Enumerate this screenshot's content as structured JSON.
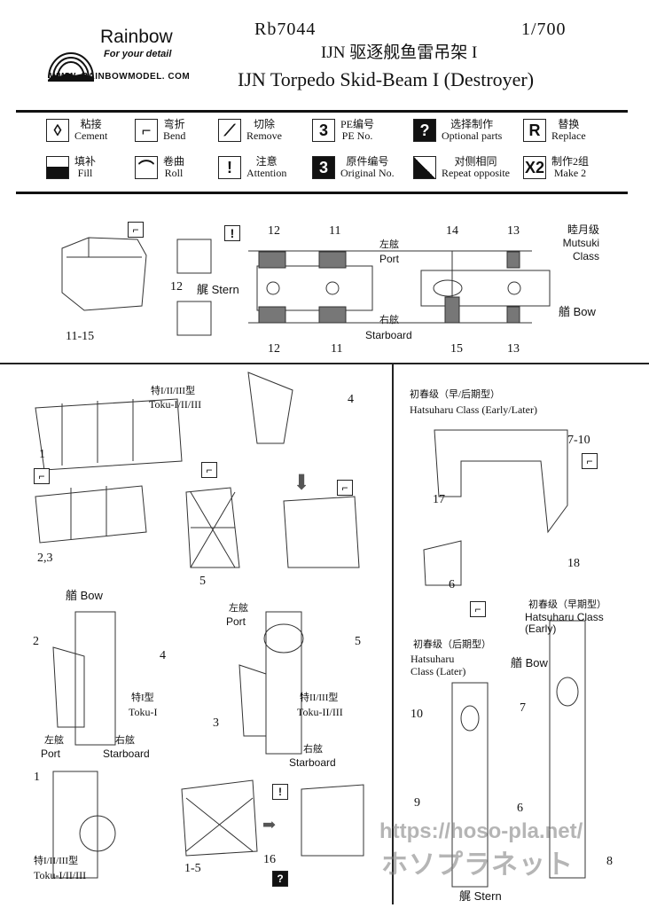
{
  "header": {
    "brand": "Rainbow",
    "tagline": "For your detail",
    "website": "WWW. RAINBOWMODEL. COM",
    "code": "Rb7044",
    "scale": "1/700",
    "title_cn": "IJN 驱逐舰鱼雷吊架 I",
    "title_en": "IJN Torpedo Skid-Beam I (Destroyer)"
  },
  "legend": [
    {
      "cn": "粘接",
      "en": "Cement",
      "icon": "cement-drop-icon"
    },
    {
      "cn": "弯折",
      "en": "Bend",
      "icon": "bend-icon"
    },
    {
      "cn": "切除",
      "en": "Remove",
      "icon": "remove-knife-icon"
    },
    {
      "cn": "PE编号",
      "en": "PE No.",
      "icon": "pe-number-icon",
      "glyph": "3"
    },
    {
      "cn": "选择制作",
      "en": "Optional parts",
      "icon": "optional-question-icon",
      "glyph": "?"
    },
    {
      "cn": "替换",
      "en": "Replace",
      "icon": "replace-icon",
      "glyph": "R"
    },
    {
      "cn": "填补",
      "en": "Fill",
      "icon": "fill-icon"
    },
    {
      "cn": "卷曲",
      "en": "Roll",
      "icon": "roll-icon"
    },
    {
      "cn": "注意",
      "en": "Attention",
      "icon": "attention-icon",
      "glyph": "!"
    },
    {
      "cn": "原件编号",
      "en": "Original No.",
      "icon": "original-number-icon",
      "glyph": "3"
    },
    {
      "cn": "对侧相同",
      "en": "Repeat opposite",
      "icon": "repeat-opposite-icon"
    },
    {
      "cn": "制作2组",
      "en": "Make 2",
      "icon": "make-two-icon",
      "glyph": "X2"
    }
  ],
  "mutsuki": {
    "parts": "11-15",
    "stern_num": "12",
    "stern": "艉 Stern",
    "port_cn": "左舷",
    "port": "Port",
    "starboard_cn": "右舷",
    "starboard": "Starboard",
    "bow": "艏 Bow",
    "class_cn": "睦月级",
    "class": "Mutsuki Class",
    "n12a": "12",
    "n11a": "11",
    "n14": "14",
    "n13a": "13",
    "n12b": "12",
    "n11b": "11",
    "n15": "15",
    "n13b": "13"
  },
  "toku": {
    "type_label_cn": "特I/II/III型",
    "type_label": "Toku-I/II/III",
    "n1": "1",
    "n23": "2,3",
    "n4": "4",
    "n5": "5",
    "bow": "艏 Bow",
    "n2": "2",
    "n4b": "4",
    "toku1_cn": "特I型",
    "toku1": "Toku-I",
    "port_cn": "左舷",
    "port": "Port",
    "stbd_cn": "右舷",
    "stbd": "Starboard",
    "port2_cn": "左舷",
    "port2": "Port",
    "n5b": "5",
    "n3": "3",
    "toku23_cn": "特II/III型",
    "toku23": "Toku-II/III",
    "stbd2_cn": "右舷",
    "stbd2": "Starboard",
    "n1b": "1",
    "bottom_cn": "特I/II/III型",
    "bottom": "Toku-I/II/III",
    "n15": "1-5",
    "n16": "16"
  },
  "hatsuharu": {
    "title_cn": "初春级（早/后期型）",
    "title": "Hatsuharu Class (Early/Later)",
    "n710": "7-10",
    "n17": "17",
    "n18": "18",
    "n6": "6",
    "early_cn": "初春级（早期型）",
    "early": "Hatsuharu Class (Early)",
    "later_cn": "初春级（后期型）",
    "later": "Hatsuharu Class (Later)",
    "bow": "艏 Bow",
    "n10": "10",
    "n7": "7",
    "n9": "9",
    "n6b": "6",
    "n8": "8",
    "stern": "艉 Stern"
  },
  "watermark": {
    "url": "https://hoso-pla.net/",
    "jp": "ホソプラネット"
  }
}
